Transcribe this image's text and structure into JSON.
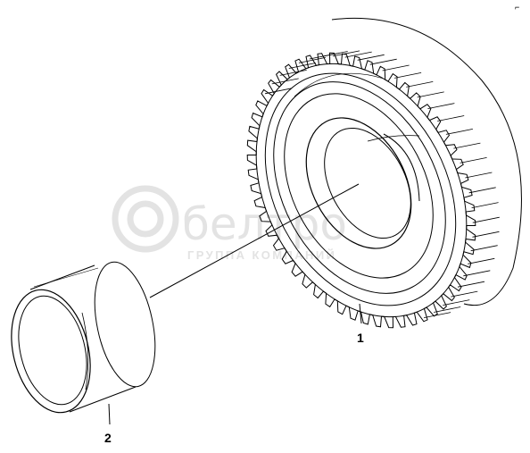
{
  "watermark": {
    "brand": "белтро",
    "tagline": "ГРУППА КОМПАНИЙ"
  },
  "callouts": [
    {
      "label": "1",
      "part": "gear"
    },
    {
      "label": "2",
      "part": "bushing"
    }
  ],
  "corner_mark": "⌐",
  "colors": {
    "line": "#000000",
    "watermark": "#e3e3e3",
    "background": "#ffffff"
  }
}
